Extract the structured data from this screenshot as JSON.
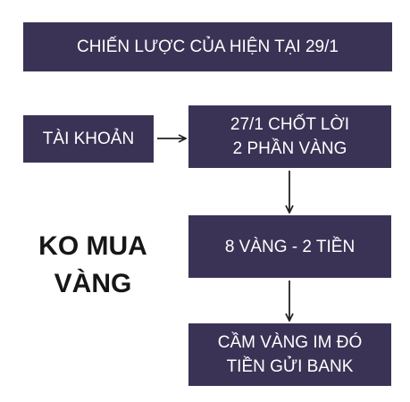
{
  "title": "CHIẾN LƯỢC CỦA HIỆN TẠI 29/1",
  "account_label": "TÀI KHOẢN",
  "step1": {
    "line1": "27/1 CHỐT LỜI",
    "line2": "2 PHẦN VÀNG"
  },
  "step2": {
    "label": "8 VÀNG - 2 TIỀN"
  },
  "step3": {
    "line1": "CẦM VÀNG IM ĐÓ",
    "line2": "TIỀN GỬI BANK"
  },
  "note": {
    "line1": "KO MUA",
    "line2": "VÀNG"
  },
  "colors": {
    "box_fill": "#3b3355",
    "box_text": "#ffffff",
    "arrow": "#222222",
    "note_text": "#161616"
  }
}
